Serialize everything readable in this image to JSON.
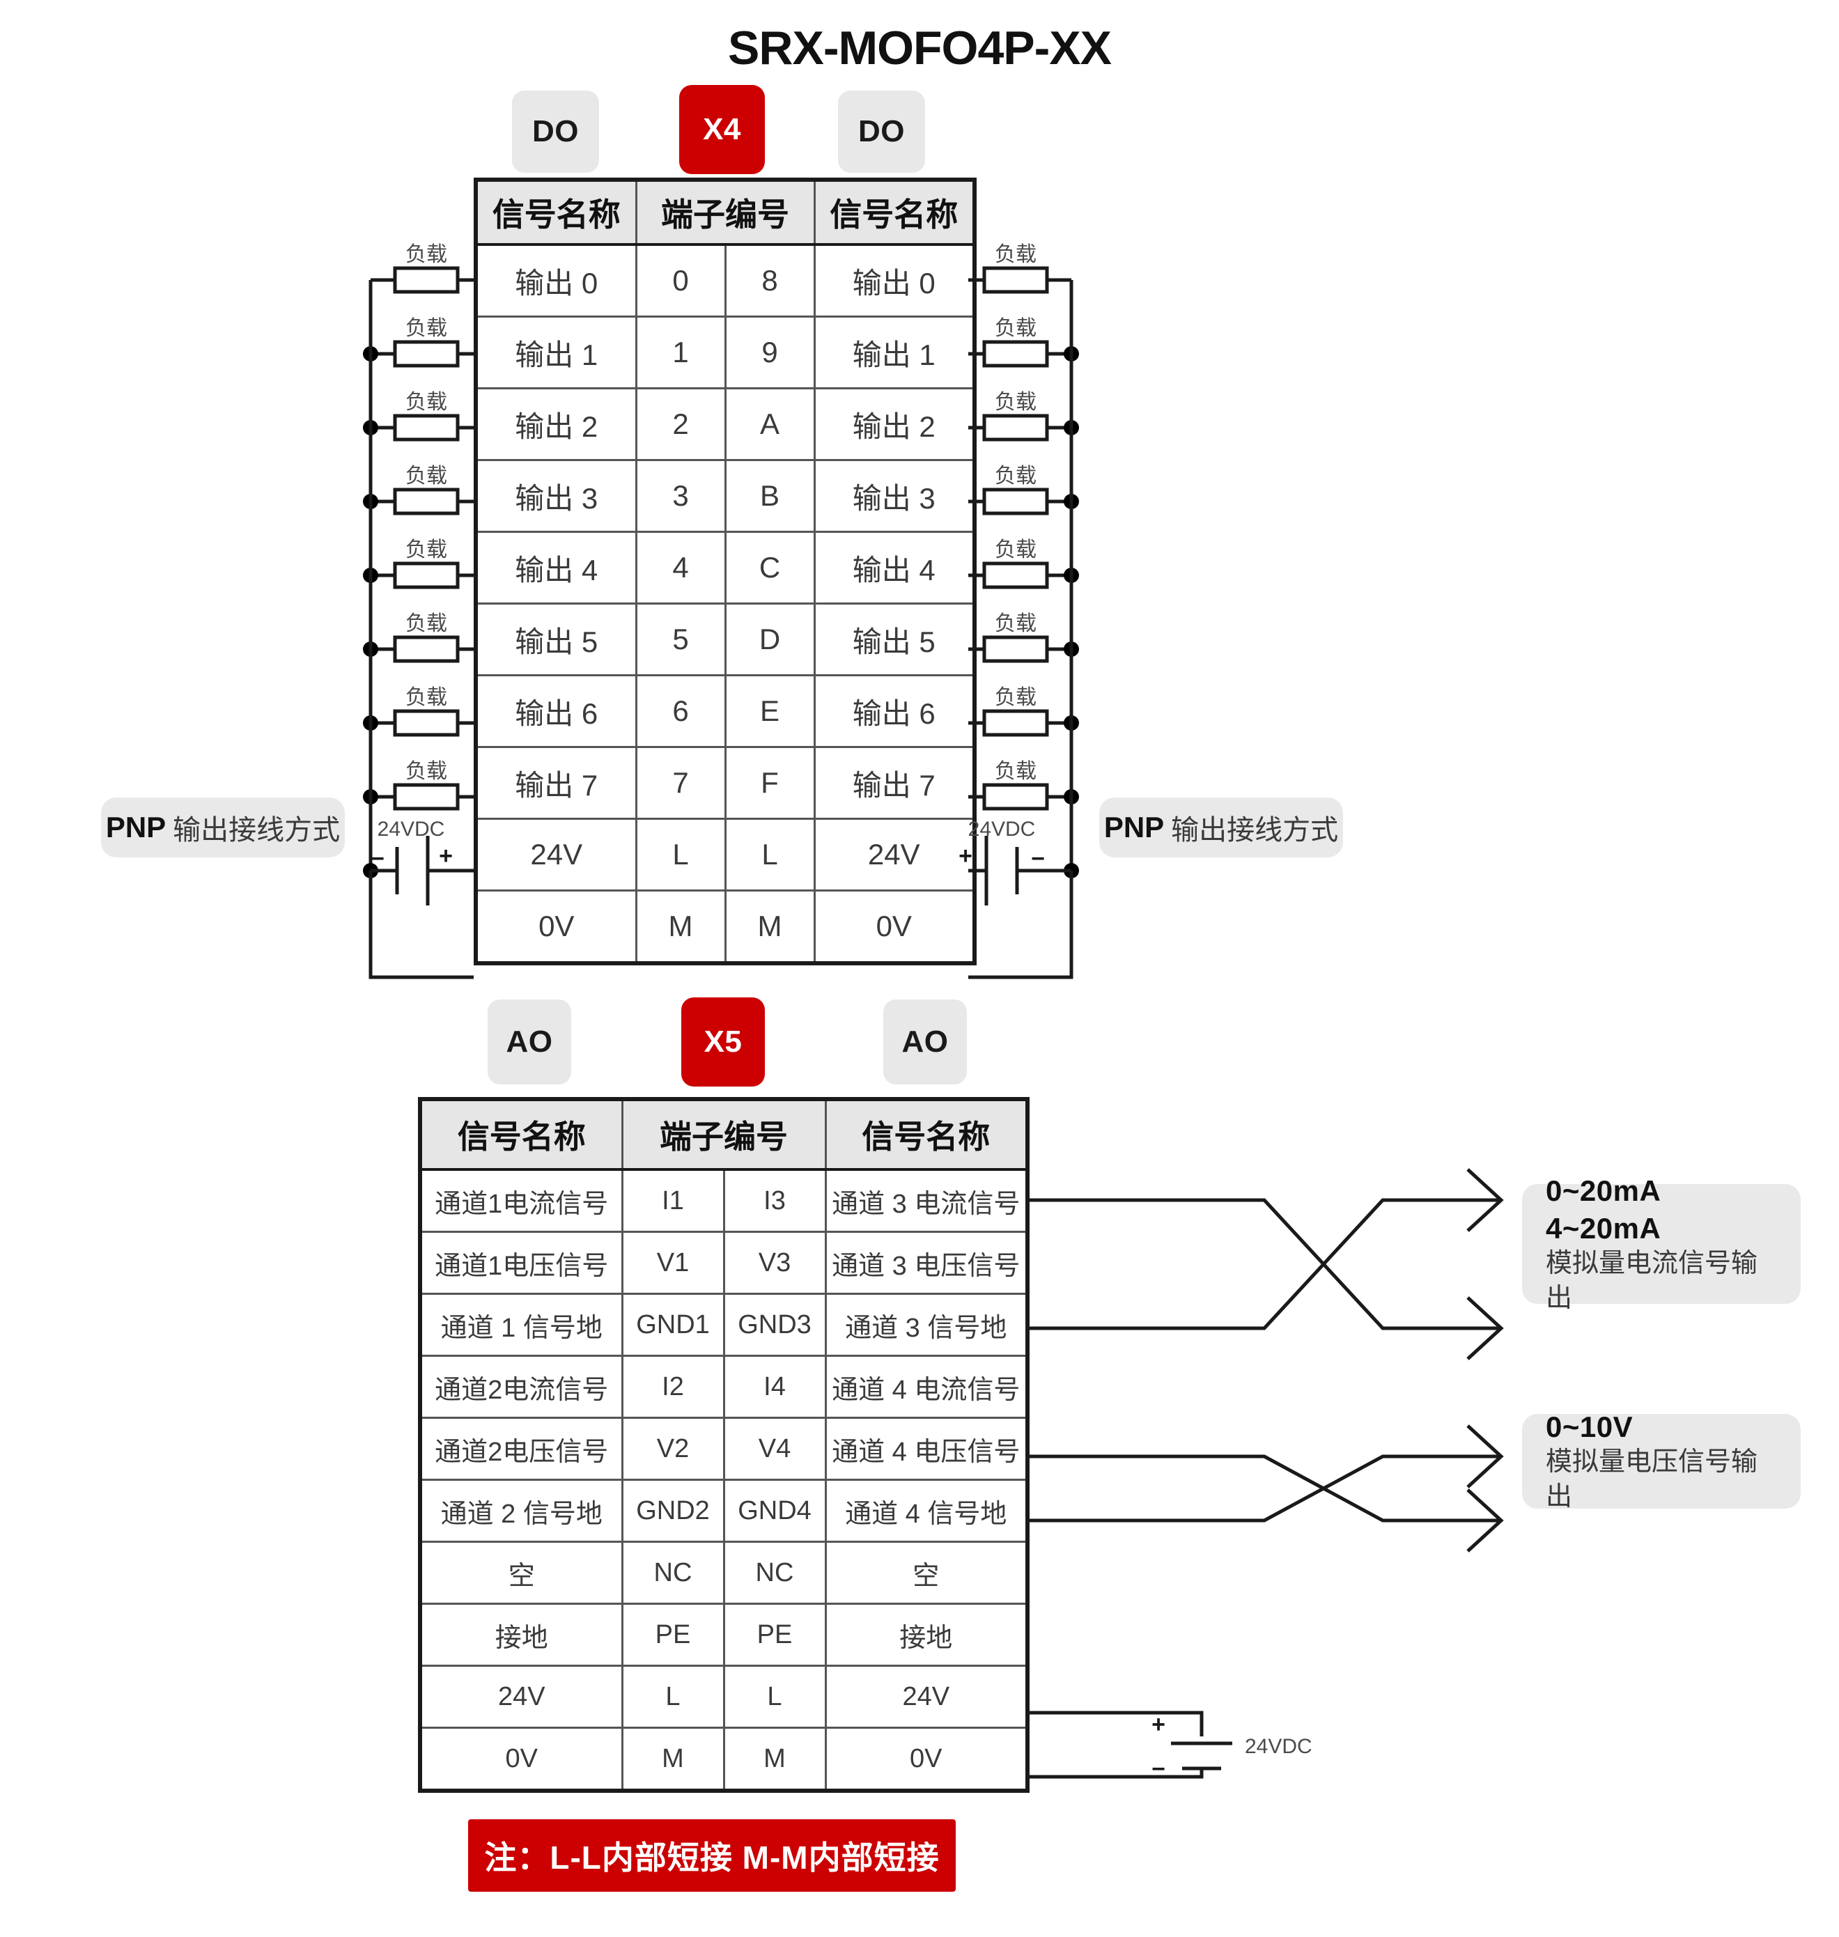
{
  "title": "SRX-MOFO4P-XX",
  "section1": {
    "badge_left": "DO",
    "badge_center": "X4",
    "badge_right": "DO",
    "headers": [
      "信号名称",
      "端子编号",
      "端子编号",
      "信号名称"
    ],
    "rows": [
      {
        "left_signal": "输出 0",
        "left_term": "0",
        "right_term": "8",
        "right_signal": "输出 0"
      },
      {
        "left_signal": "输出 1",
        "left_term": "1",
        "right_term": "9",
        "right_signal": "输出 1"
      },
      {
        "left_signal": "输出 2",
        "left_term": "2",
        "right_term": "A",
        "right_signal": "输出 2"
      },
      {
        "left_signal": "输出 3",
        "left_term": "3",
        "right_term": "B",
        "right_signal": "输出 3"
      },
      {
        "left_signal": "输出 4",
        "left_term": "4",
        "right_term": "C",
        "right_signal": "输出 4"
      },
      {
        "left_signal": "输出 5",
        "left_term": "5",
        "right_term": "D",
        "right_signal": "输出 5"
      },
      {
        "left_signal": "输出 6",
        "left_term": "6",
        "right_term": "E",
        "right_signal": "输出 6"
      },
      {
        "left_signal": "输出 7",
        "left_term": "7",
        "right_term": "F",
        "right_signal": "输出 7"
      },
      {
        "left_signal": "24V",
        "left_term": "L",
        "right_term": "L",
        "right_signal": "24V"
      },
      {
        "left_signal": "0V",
        "left_term": "M",
        "right_term": "M",
        "right_signal": "0V"
      }
    ],
    "load_label": "负载",
    "supply_label": "24VDC",
    "polarity_minus": "−",
    "polarity_plus": "+",
    "pnp_bold": "PNP",
    "pnp_text": "输出接线方式"
  },
  "section2": {
    "badge_left": "AO",
    "badge_center": "X5",
    "badge_right": "AO",
    "headers": [
      "信号名称",
      "端子编号",
      "端子编号",
      "信号名称"
    ],
    "rows": [
      {
        "left_signal": "通道1电流信号",
        "left_term": "I1",
        "right_term": "I3",
        "right_signal": "通道 3 电流信号"
      },
      {
        "left_signal": "通道1电压信号",
        "left_term": "V1",
        "right_term": "V3",
        "right_signal": "通道 3 电压信号"
      },
      {
        "left_signal": "通道 1 信号地",
        "left_term": "GND1",
        "right_term": "GND3",
        "right_signal": "通道 3 信号地"
      },
      {
        "left_signal": "通道2电流信号",
        "left_term": "I2",
        "right_term": "I4",
        "right_signal": "通道 4 电流信号"
      },
      {
        "left_signal": "通道2电压信号",
        "left_term": "V2",
        "right_term": "V4",
        "right_signal": "通道 4 电压信号"
      },
      {
        "left_signal": "通道 2 信号地",
        "left_term": "GND2",
        "right_term": "GND4",
        "right_signal": "通道 4 信号地"
      },
      {
        "left_signal": "空",
        "left_term": "NC",
        "right_term": "NC",
        "right_signal": "空"
      },
      {
        "left_signal": "接地",
        "left_term": "PE",
        "right_term": "PE",
        "right_signal": "接地"
      },
      {
        "left_signal": "24V",
        "left_term": "L",
        "right_term": "L",
        "right_signal": "24V"
      },
      {
        "left_signal": "0V",
        "left_term": "M",
        "right_term": "M",
        "right_signal": "0V"
      }
    ],
    "callout_current": {
      "line1": "0~20mA",
      "line2": "4~20mA",
      "line3": "模拟量电流信号输出"
    },
    "callout_voltage": {
      "line1": "0~10V",
      "line2": "模拟量电压信号输出"
    },
    "supply_label": "24VDC",
    "polarity_plus": "+",
    "polarity_minus": "−"
  },
  "note": "注：L-L内部短接  M-M内部短接",
  "colors": {
    "accent_red": "#cc0000",
    "badge_grey": "#e8e8e8",
    "header_grey": "#e6e6e6",
    "line": "#1a1a1a"
  }
}
